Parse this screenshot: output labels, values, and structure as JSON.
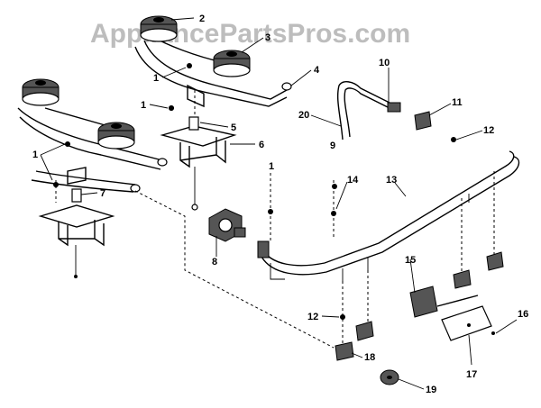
{
  "watermark": "AppliancePartsPros.com",
  "callouts": {
    "p1a": "1",
    "p1b": "1",
    "p1c": "1",
    "p1d": "1",
    "p2": "2",
    "p3": "3",
    "p4": "4",
    "p5": "5",
    "p6": "6",
    "p7": "7",
    "p8": "8",
    "p9": "9",
    "p10": "10",
    "p11": "11",
    "p12a": "12",
    "p12b": "12",
    "p13": "13",
    "p14": "14",
    "p15": "15",
    "p16": "16",
    "p17": "17",
    "p18": "18",
    "p19": "19",
    "p20": "20"
  }
}
